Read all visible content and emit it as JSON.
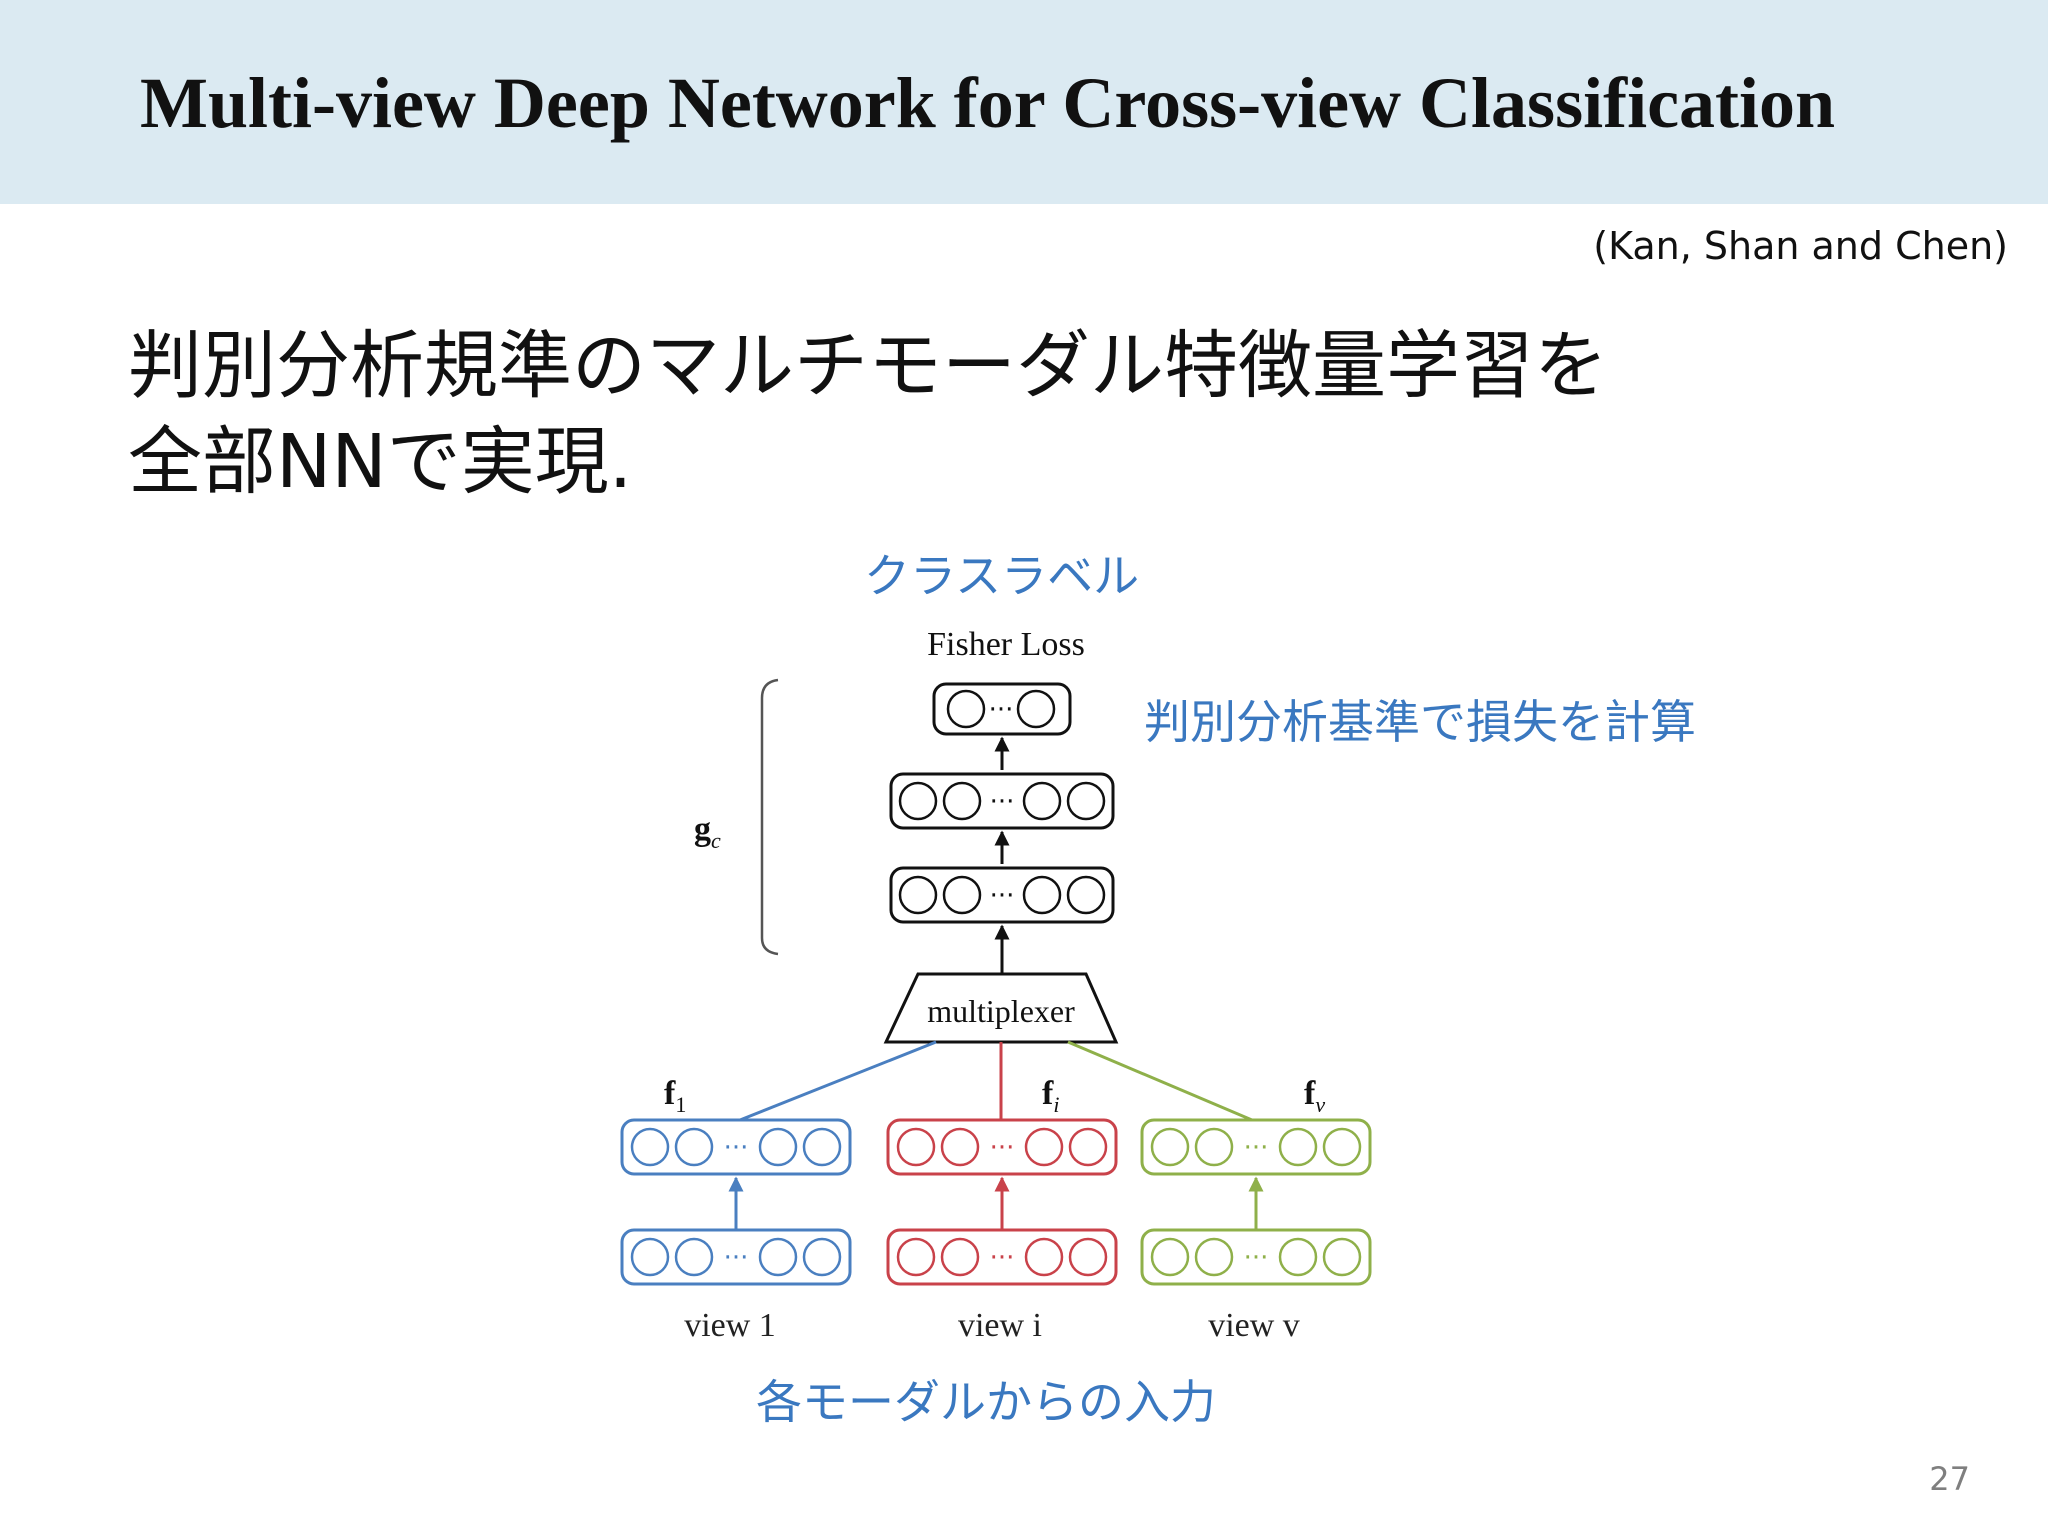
{
  "slide": {
    "title": "Multi-view Deep Network for Cross-view Classification",
    "citation": "(Kan, Shan and Chen)",
    "body_line1": "判別分析規準のマルチモーダル特徴量学習を",
    "body_line2": "全部NNで実現.",
    "page_number": "27"
  },
  "annotations": {
    "class_label": "クラスラベル",
    "loss_note": "判別分析基準で損失を計算",
    "input_note": "各モーダルからの入力"
  },
  "diagram": {
    "fisher_loss": "Fisher Loss",
    "gc_label_main": "g",
    "gc_label_sub": "c",
    "multiplexer": "multiplexer",
    "ellipsis": "···",
    "views": [
      {
        "feature_main": "f",
        "feature_sub": "1",
        "view_label": "view 1",
        "color": "#4a7fc0"
      },
      {
        "feature_main": "f",
        "feature_sub": "i",
        "view_label": "view i",
        "color": "#c9424a"
      },
      {
        "feature_main": "f",
        "feature_sub": "v",
        "view_label": "view v",
        "color": "#8fb04a"
      }
    ]
  }
}
